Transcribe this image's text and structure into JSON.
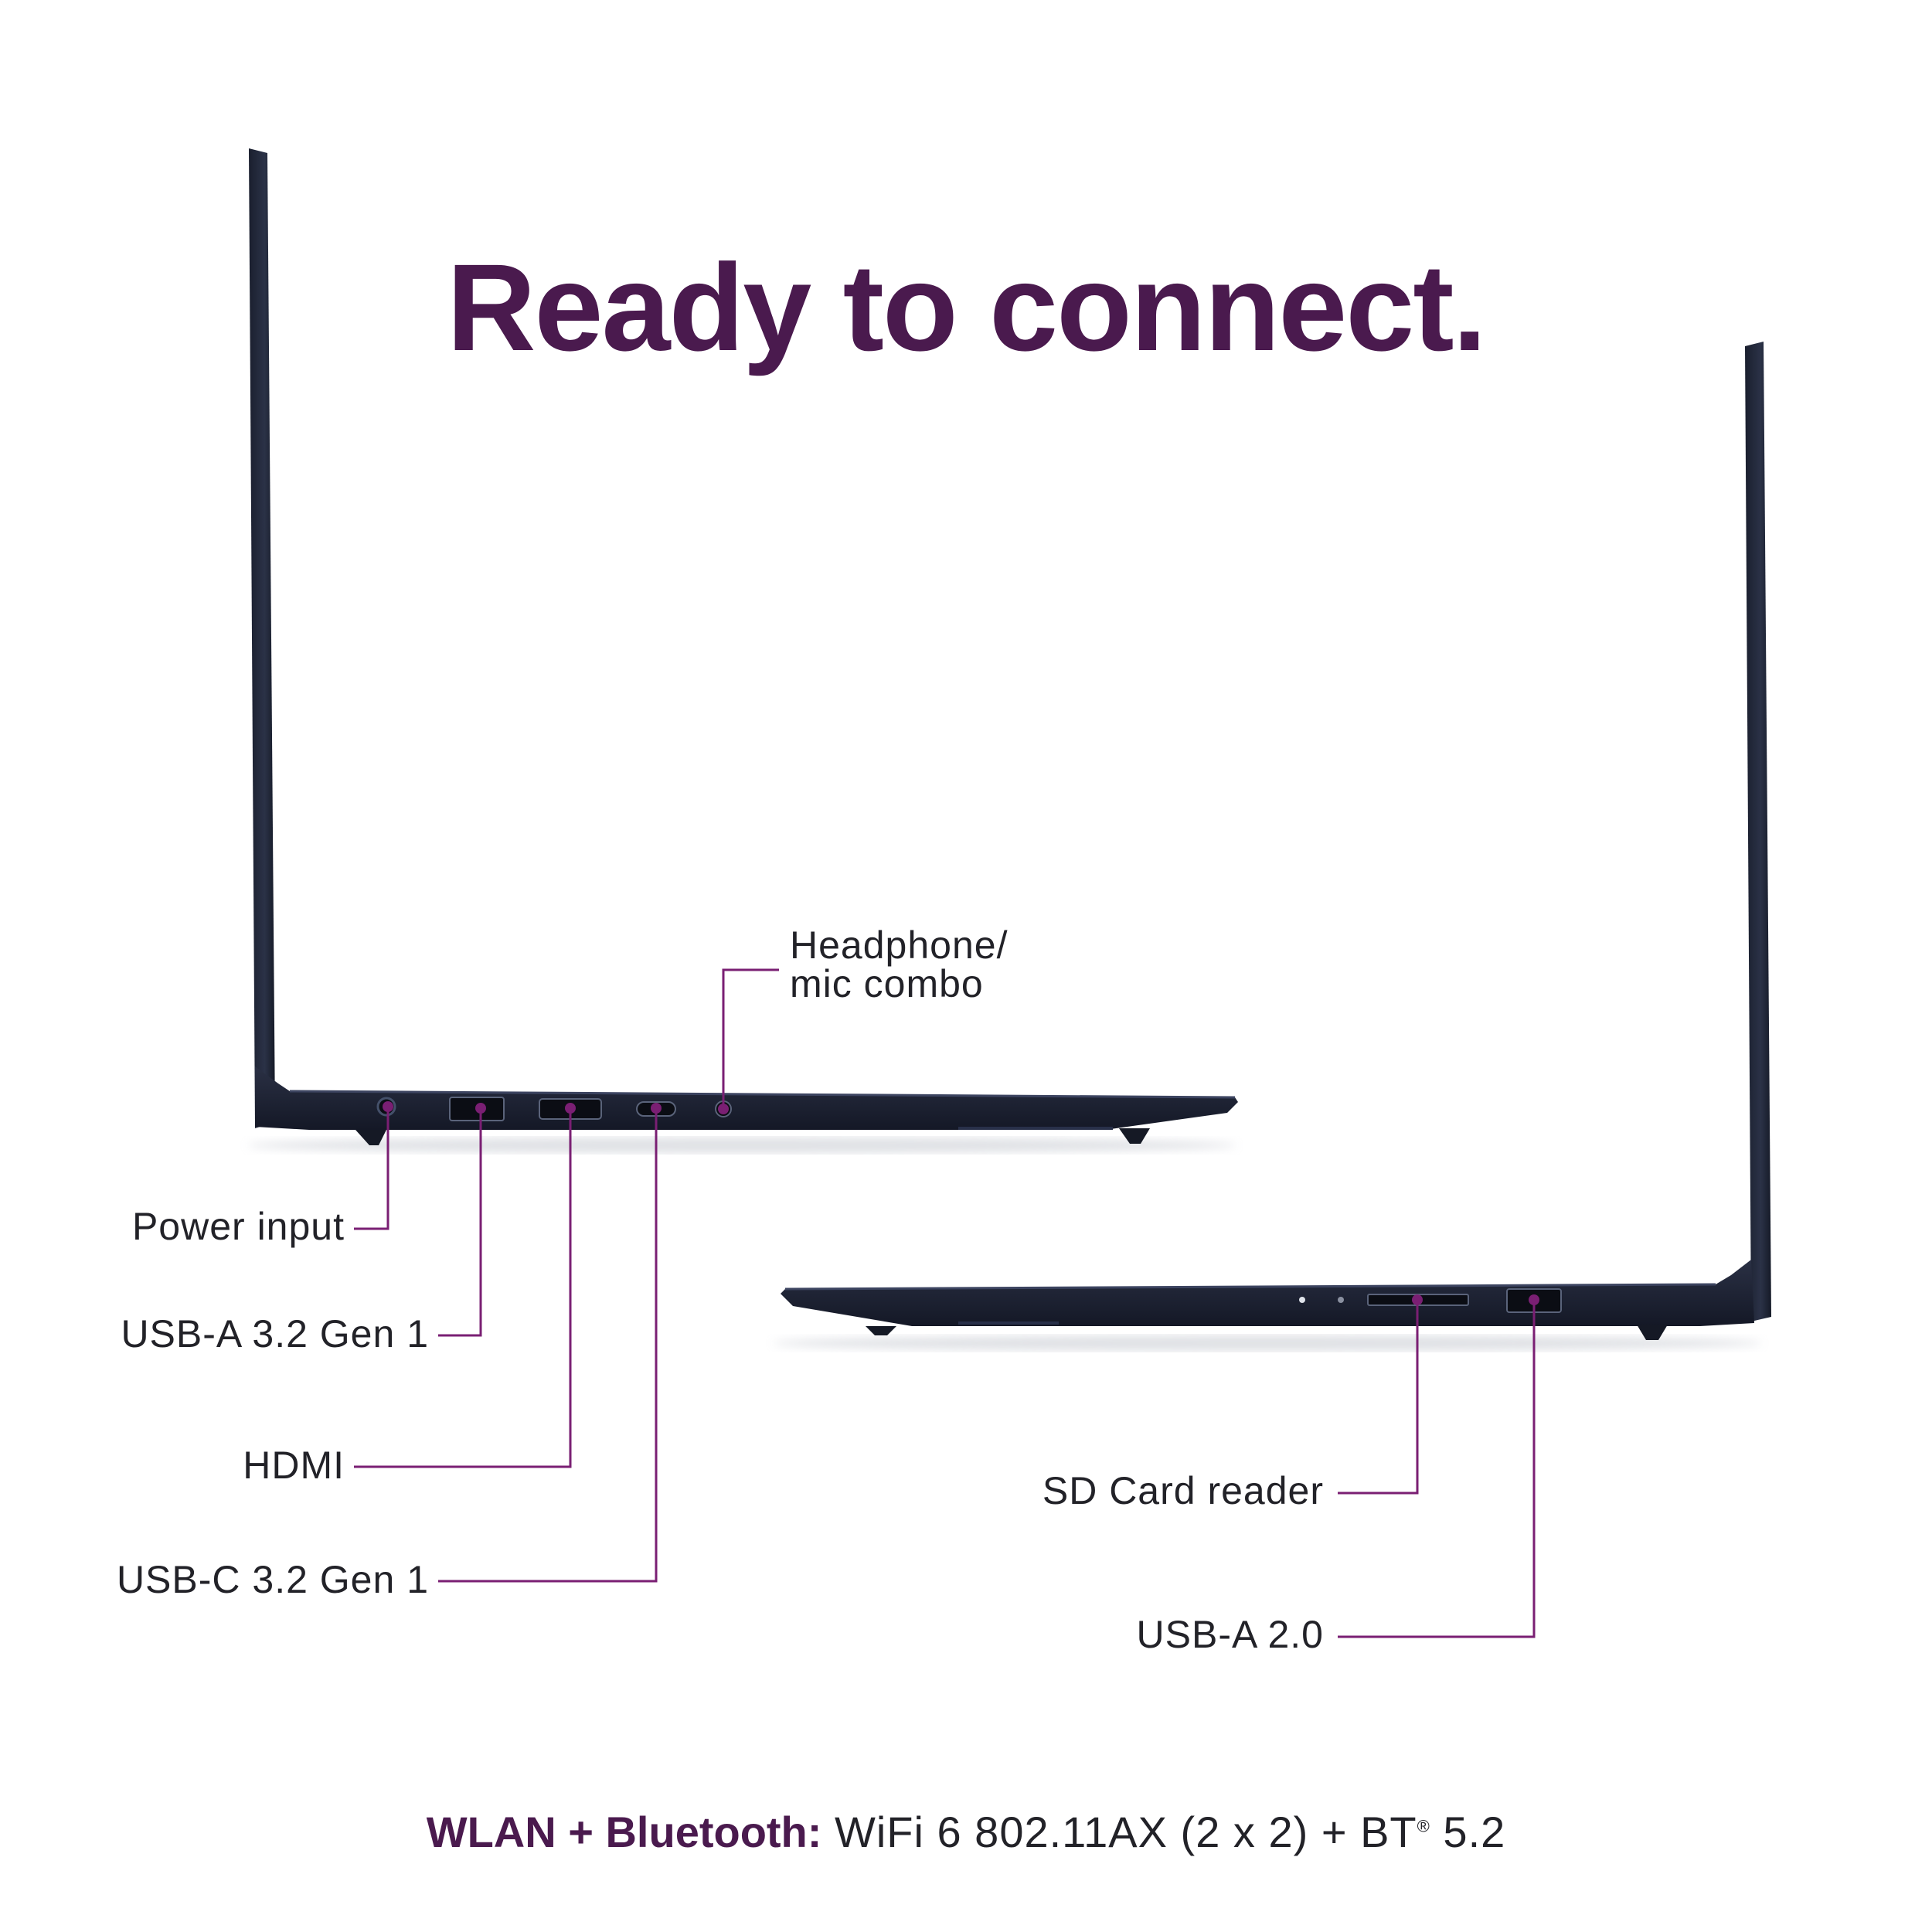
{
  "headline": "Ready to connect.",
  "colors": {
    "accent": "#4a1a4e",
    "callout": "#7a1f73",
    "laptop_body": "#1c2233"
  },
  "callouts": {
    "headphone_line1": "Headphone/",
    "headphone_line2": "mic combo",
    "power_input": "Power input",
    "usb_a_32": "USB-A 3.2 Gen 1",
    "hdmi": "HDMI",
    "usb_c_32": "USB-C 3.2 Gen 1",
    "sd_card": "SD Card reader",
    "usb_a_20": "USB-A 2.0"
  },
  "footer": {
    "key": "WLAN + Bluetooth:",
    "value_main": " WiFi 6 802.11AX (2 x 2) + BT",
    "value_reg": "®",
    "value_end": " 5.2"
  }
}
